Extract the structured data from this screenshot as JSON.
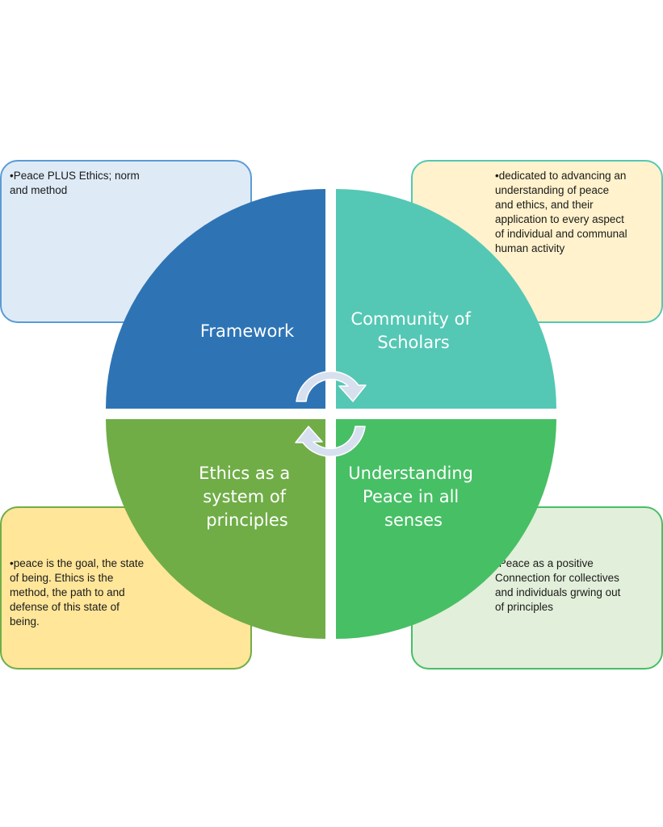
{
  "colors": {
    "framework": "#2E74B5",
    "community": "#54C8B4",
    "ethics": "#70AD47",
    "understanding": "#47BF65",
    "arrow_fill": "#D6E0EE",
    "arrow_stroke": "#FFFFFF"
  },
  "quadrants": [
    {
      "id": "framework",
      "label_lines": [
        "Framework"
      ]
    },
    {
      "id": "community",
      "label_lines": [
        "Community of",
        "Scholars"
      ]
    },
    {
      "id": "ethics",
      "label_lines": [
        "Ethics as a",
        "system of",
        "principles"
      ]
    },
    {
      "id": "understanding",
      "label_lines": [
        "Understanding",
        "Peace in all",
        "senses"
      ]
    }
  ],
  "boxes": {
    "top_left": {
      "fill": "#DEEBF7",
      "border": "#5B9BD5",
      "lines": [
        "•Peace PLUS Ethics;  norm",
        " and method"
      ]
    },
    "top_right": {
      "fill": "#FFF2CC",
      "border": "#54C8B4",
      "lines": [
        "•dedicated to advancing an",
        " understanding of peace",
        " and ethics, and their",
        " application to every aspect",
        " of individual and communal",
        " human activity"
      ]
    },
    "bottom_left": {
      "fill": "#FFE699",
      "border": "#70AD47",
      "lines": [
        "•peace is the goal, the state",
        " of being.  Ethics is the",
        " method, the path to and",
        " defense of this state of",
        " being."
      ]
    },
    "bottom_right": {
      "fill": "#E2EFDA",
      "border": "#47BF65",
      "lines": [
        "•Peace as a positive",
        " Connection for collectives",
        " and individuals grwing out",
        " of principles"
      ]
    }
  }
}
